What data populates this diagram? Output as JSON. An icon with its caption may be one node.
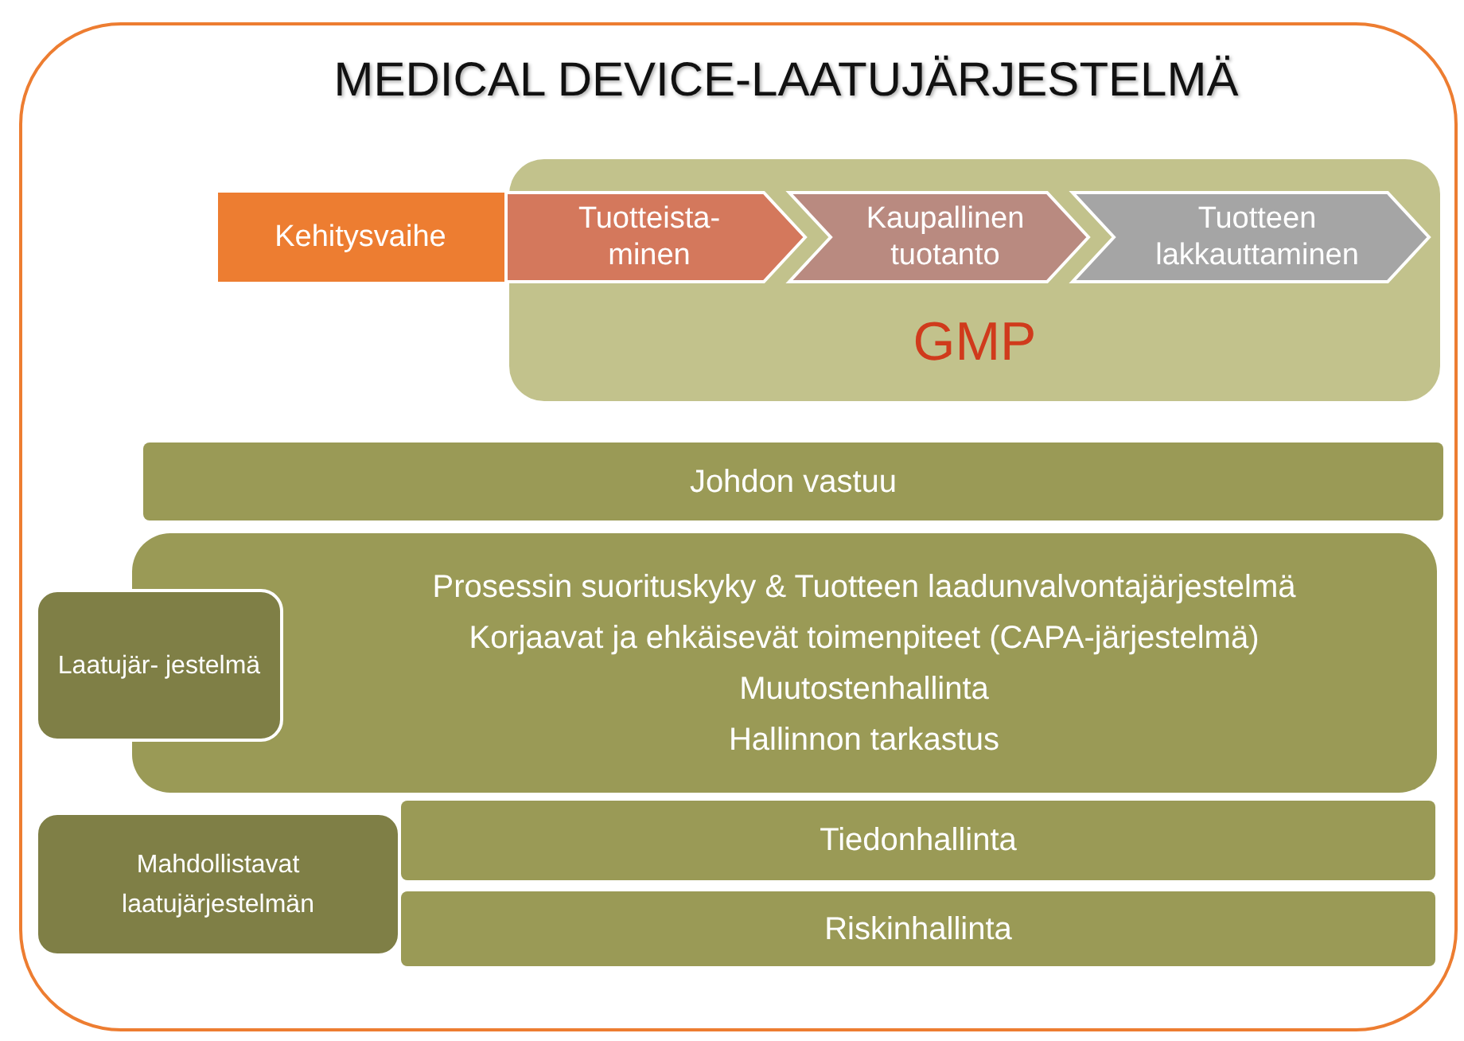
{
  "diagram": {
    "title": "MEDICAL DEVICE-LAATUJÄRJESTELMÄ",
    "nodes": [
      {
        "text": [],
        "shape": "box"
      },
      {
        "text": [
          "Kehitysvaihe"
        ],
        "in": 0
      },
      {
        "text": [
          "GMP"
        ],
        "in": 0
      },
      {
        "text": [
          "Tuotteista- minen"
        ],
        "in": 2
      },
      {
        "text": [
          "Kaupallinen tuotanto"
        ],
        "in": 2
      },
      {
        "text": [
          "Tuotteen lakkauttaminen"
        ],
        "in": 2
      },
      {
        "text": [
          "Johdon vastuu"
        ],
        "in": 0
      },
      {
        "text": [
          "Prosessin suorituskyky & Tuotteen laadunvalvontajärjestelmä",
          "Korjaavat ja ehkäisevät toimenpiteet (CAPA-järjestelmä)",
          "Muutostenhallinta",
          "Hallinnon tarkastus"
        ],
        "in": 0
      },
      {
        "text": [
          "Laatujär- jestelmä"
        ],
        "in": 0
      },
      {
        "text": [
          "Tiedonhallinta"
        ],
        "in": 0
      },
      {
        "text": [
          "Riskinhallinta"
        ],
        "in": 0
      },
      {
        "text": [
          "Mahdollistavat laatujärjestelmän"
        ],
        "in": 0
      }
    ]
  }
}
